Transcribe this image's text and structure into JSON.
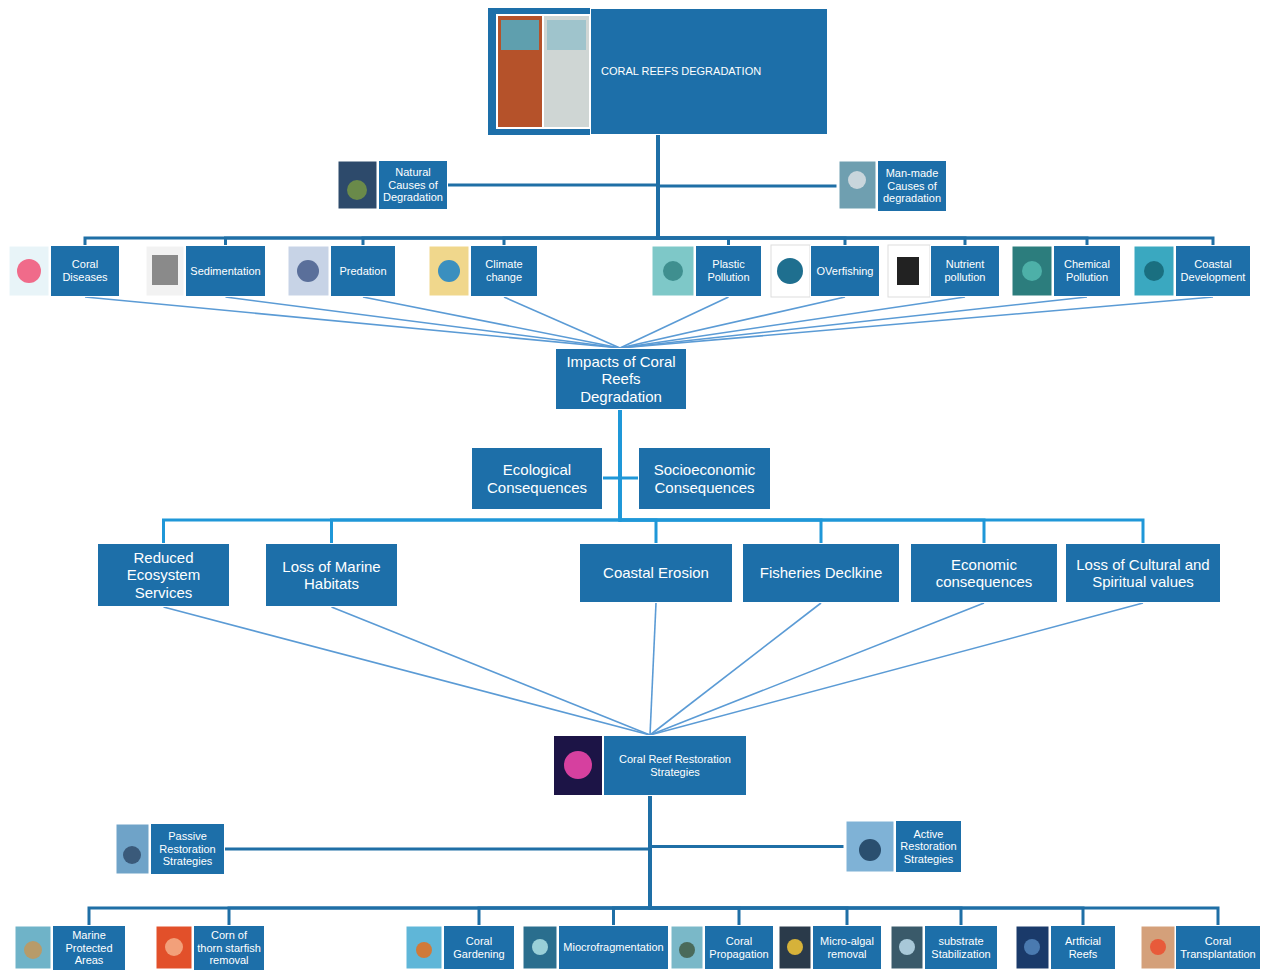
{
  "diagram": {
    "nodes": [
      {
        "text": [
          "CORAL REEFS DEGRADATION"
        ]
      },
      {
        "text": [
          "Natural Causes of Degradation"
        ]
      },
      {
        "text": [
          "Man-made Causes of degradation"
        ]
      },
      {
        "text": [
          "Coral Diseases"
        ]
      },
      {
        "text": [
          "Sedimentation"
        ]
      },
      {
        "text": [
          "Predation"
        ]
      },
      {
        "text": [
          "Climate change"
        ]
      },
      {
        "text": [
          "Plastic Pollution"
        ]
      },
      {
        "text": [
          "OVerfishing"
        ]
      },
      {
        "text": [
          "Nutrient pollution"
        ]
      },
      {
        "text": [
          "Chemical Pollution"
        ]
      },
      {
        "text": [
          "Coastal Development"
        ]
      },
      {
        "text": [
          "Impacts of Coral Reefs Degradation"
        ]
      },
      {
        "text": [
          "Ecological Consequences"
        ]
      },
      {
        "text": [
          "Socioeconomic Consequences"
        ]
      },
      {
        "text": [
          "Reduced Ecosystem Services"
        ]
      },
      {
        "text": [
          "Loss of Marine Habitats"
        ]
      },
      {
        "text": [
          "Coastal Erosion"
        ]
      },
      {
        "text": [
          "Fisheries Declkine"
        ]
      },
      {
        "text": [
          "Economic consequences"
        ]
      },
      {
        "text": [
          "Loss of Cultural and Spiritual values"
        ]
      },
      {
        "text": [
          "Coral Reef Restoration Strategies"
        ]
      },
      {
        "text": [
          "Passive Restoration Strategies"
        ]
      },
      {
        "text": [
          "Active Restoration Strategies"
        ]
      },
      {
        "text": [
          "Marine Protected Areas"
        ]
      },
      {
        "text": [
          "Corn of thorn starfish removal"
        ]
      },
      {
        "text": [
          "Coral Gardening"
        ]
      },
      {
        "text": [
          "Miocrofragmentation"
        ]
      },
      {
        "text": [
          "Coral Propagation"
        ]
      },
      {
        "text": [
          "Micro-algal removal"
        ]
      },
      {
        "text": [
          "substrate Stabilization"
        ]
      },
      {
        "text": [
          "Artficial Reefs"
        ]
      },
      {
        "text": [
          "Coral Transplantation"
        ]
      }
    ],
    "edges": [
      {
        "from": 0,
        "to": 1,
        "arrow": "none"
      },
      {
        "from": 0,
        "to": 2,
        "arrow": "none"
      },
      {
        "from": 0,
        "to": 3,
        "arrow": "none"
      },
      {
        "from": 0,
        "to": 4,
        "arrow": "none"
      },
      {
        "from": 0,
        "to": 5,
        "arrow": "none"
      },
      {
        "from": 0,
        "to": 6,
        "arrow": "none"
      },
      {
        "from": 0,
        "to": 7,
        "arrow": "none"
      },
      {
        "from": 0,
        "to": 8,
        "arrow": "none"
      },
      {
        "from": 0,
        "to": 9,
        "arrow": "none"
      },
      {
        "from": 0,
        "to": 10,
        "arrow": "none"
      },
      {
        "from": 0,
        "to": 11,
        "arrow": "none"
      },
      {
        "from": 3,
        "to": 12,
        "arrow": "none"
      },
      {
        "from": 4,
        "to": 12,
        "arrow": "none"
      },
      {
        "from": 5,
        "to": 12,
        "arrow": "none"
      },
      {
        "from": 6,
        "to": 12,
        "arrow": "none"
      },
      {
        "from": 7,
        "to": 12,
        "arrow": "none"
      },
      {
        "from": 8,
        "to": 12,
        "arrow": "none"
      },
      {
        "from": 9,
        "to": 12,
        "arrow": "none"
      },
      {
        "from": 10,
        "to": 12,
        "arrow": "none"
      },
      {
        "from": 11,
        "to": 12,
        "arrow": "none"
      },
      {
        "from": 12,
        "to": 13,
        "arrow": "none"
      },
      {
        "from": 12,
        "to": 14,
        "arrow": "none"
      },
      {
        "from": 12,
        "to": 15,
        "arrow": "none"
      },
      {
        "from": 12,
        "to": 16,
        "arrow": "none"
      },
      {
        "from": 12,
        "to": 17,
        "arrow": "none"
      },
      {
        "from": 12,
        "to": 18,
        "arrow": "none"
      },
      {
        "from": 12,
        "to": 19,
        "arrow": "none"
      },
      {
        "from": 12,
        "to": 20,
        "arrow": "none"
      },
      {
        "from": 15,
        "to": 21,
        "arrow": "none"
      },
      {
        "from": 16,
        "to": 21,
        "arrow": "none"
      },
      {
        "from": 17,
        "to": 21,
        "arrow": "none"
      },
      {
        "from": 18,
        "to": 21,
        "arrow": "none"
      },
      {
        "from": 19,
        "to": 21,
        "arrow": "none"
      },
      {
        "from": 20,
        "to": 21,
        "arrow": "none"
      },
      {
        "from": 21,
        "to": 22,
        "arrow": "none"
      },
      {
        "from": 21,
        "to": 23,
        "arrow": "none"
      },
      {
        "from": 21,
        "to": 24,
        "arrow": "none"
      },
      {
        "from": 21,
        "to": 25,
        "arrow": "none"
      },
      {
        "from": 21,
        "to": 26,
        "arrow": "none"
      },
      {
        "from": 21,
        "to": 27,
        "arrow": "none"
      },
      {
        "from": 21,
        "to": 28,
        "arrow": "none"
      },
      {
        "from": 21,
        "to": 29,
        "arrow": "none"
      },
      {
        "from": 21,
        "to": 30,
        "arrow": "none"
      },
      {
        "from": 21,
        "to": 31,
        "arrow": "none"
      },
      {
        "from": 21,
        "to": 32,
        "arrow": "none"
      }
    ]
  }
}
